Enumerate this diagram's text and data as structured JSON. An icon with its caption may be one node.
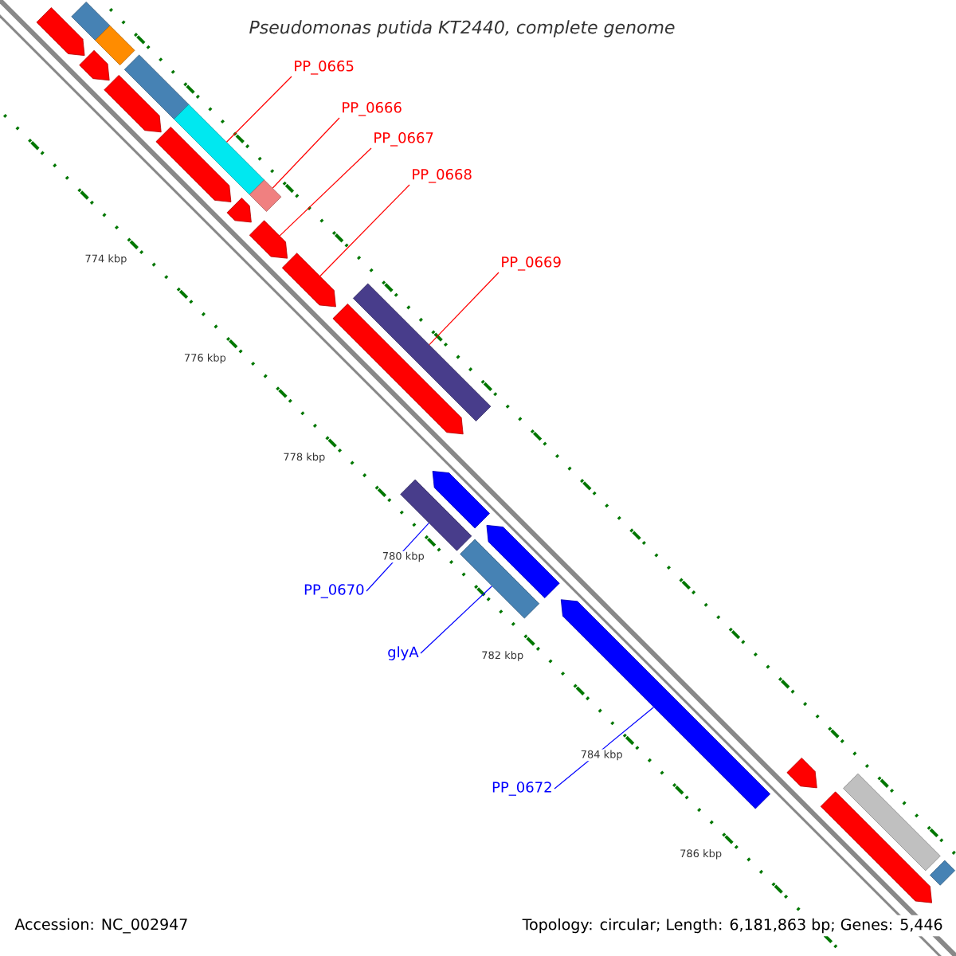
{
  "diagram": {
    "title": "Pseudomonas putida KT2440, complete genome",
    "nodes": [
      {
        "text": [
          "PP_0665"
        ]
      },
      {
        "text": [
          "PP_0666"
        ]
      },
      {
        "text": [
          "PP_0667"
        ]
      },
      {
        "text": [
          "PP_0668"
        ]
      },
      {
        "text": [
          "PP_0669"
        ]
      },
      {
        "text": [
          "PP_0670"
        ]
      },
      {
        "text": [
          "glyA"
        ]
      },
      {
        "text": [
          "PP_0672"
        ]
      },
      {
        "text": [],
        "shape": "bar"
      },
      {
        "text": [],
        "shape": "bar"
      },
      {
        "text": [],
        "shape": "bar"
      },
      {
        "text": [],
        "shape": "bar"
      },
      {
        "text": [],
        "shape": "bar"
      },
      {
        "text": [],
        "shape": "bar"
      },
      {
        "text": [],
        "shape": "bar"
      },
      {
        "text": [],
        "shape": "bar"
      },
      {
        "text": [],
        "shape": "bar"
      },
      {
        "text": [],
        "shape": "bar"
      },
      {
        "text": [],
        "shape": "bar"
      },
      {
        "text": [],
        "shape": "bar"
      },
      {
        "text": [],
        "shape": "bar"
      },
      {
        "text": [],
        "shape": "bar"
      },
      {
        "text": [],
        "shape": "bar"
      },
      {
        "text": [],
        "shape": "bar"
      },
      {
        "text": [],
        "shape": "bar"
      },
      {
        "text": [],
        "shape": "bar"
      },
      {
        "text": [],
        "shape": "bar"
      },
      {
        "text": [],
        "shape": "bar"
      },
      {
        "text": [],
        "shape": "bar"
      },
      {
        "text": [],
        "shape": "bar"
      },
      {
        "text": [],
        "shape": "bar"
      }
    ],
    "edges": [
      {
        "from": 0,
        "to": 14,
        "arrow": "none"
      },
      {
        "from": 1,
        "to": 17,
        "arrow": "none"
      },
      {
        "from": 2,
        "to": 18,
        "arrow": "none"
      },
      {
        "from": 3,
        "to": 19,
        "arrow": "none"
      },
      {
        "from": 4,
        "to": 20,
        "arrow": "none"
      },
      {
        "from": 5,
        "to": 22,
        "arrow": "none",
        "color": "#0000ff"
      },
      {
        "from": 6,
        "to": 25,
        "arrow": "none",
        "color": "#0000ff"
      },
      {
        "from": 7,
        "to": 26,
        "arrow": "none",
        "color": "#0000ff"
      }
    ],
    "labels": [
      "774 kbp",
      "776 kbp",
      "778 kbp",
      "780 kbp",
      "782 kbp",
      "784 kbp",
      "786 kbp",
      "Accession: NC_002947",
      "Topology: circular; Length: 6,181,863 bp; Genes: 5,446"
    ]
  }
}
